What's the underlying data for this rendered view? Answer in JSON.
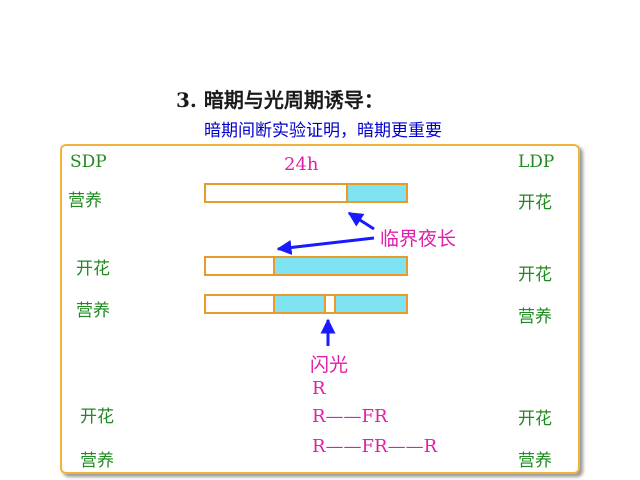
{
  "heading": {
    "title": "3. 暗期与光周期诱导：",
    "subtitle": "暗期间断实验证明，暗期更重要"
  },
  "panel": {
    "sdp_label": "SDP",
    "ldp_label": "LDP",
    "hours_label": "24h",
    "critical_night_label": "临界夜长",
    "flash_label": "闪光",
    "rows": [
      {
        "sdp": "营养",
        "ldp": "开花"
      },
      {
        "sdp": "开花",
        "ldp": "开花"
      },
      {
        "sdp": "营养",
        "ldp": "营养"
      }
    ],
    "flash_sequences": [
      {
        "sequence": "R",
        "sdp": "",
        "ldp": ""
      },
      {
        "sequence": "R——FR",
        "sdp": "开花",
        "ldp": "开花"
      },
      {
        "sequence": "R——FR——R",
        "sdp": "营养",
        "ldp": "营养"
      }
    ]
  },
  "colors": {
    "dark_period": "#7fe3f2",
    "light_period": "#ffffff",
    "bar_border": "#e89a2a",
    "panel_border": "#f0b43c",
    "arrow": "#1a1aff",
    "label_magenta": "#e020a8",
    "label_green": "#1f8a1f"
  }
}
